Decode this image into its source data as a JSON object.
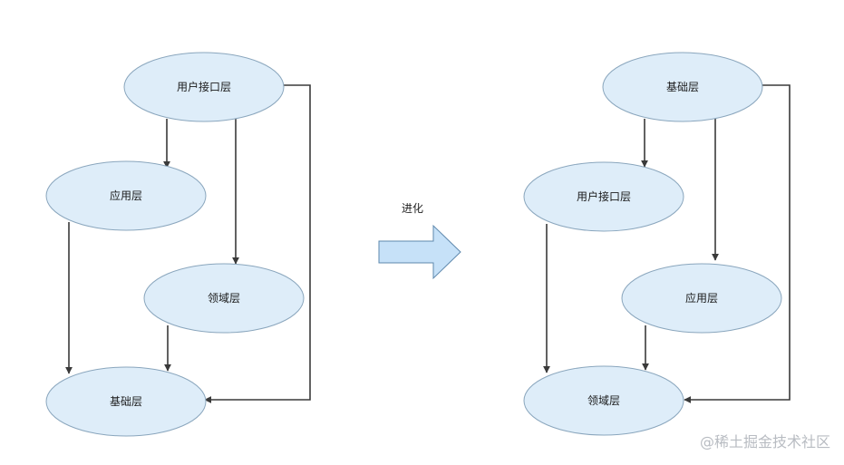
{
  "left_diagram": {
    "nodes": {
      "interface": "用户接口层",
      "application": "应用层",
      "domain": "领域层",
      "infrastructure": "基础层"
    }
  },
  "transition": {
    "label": "进化"
  },
  "right_diagram": {
    "nodes": {
      "infrastructure": "基础层",
      "interface": "用户接口层",
      "application": "应用层",
      "domain": "领域层"
    }
  },
  "watermark": "@稀土掘金技术社区",
  "colors": {
    "node_fill": "#deedf9",
    "node_stroke": "#8aa6bd",
    "edge": "#3a3a3a",
    "arrow_fill": "#c6e1f8"
  }
}
